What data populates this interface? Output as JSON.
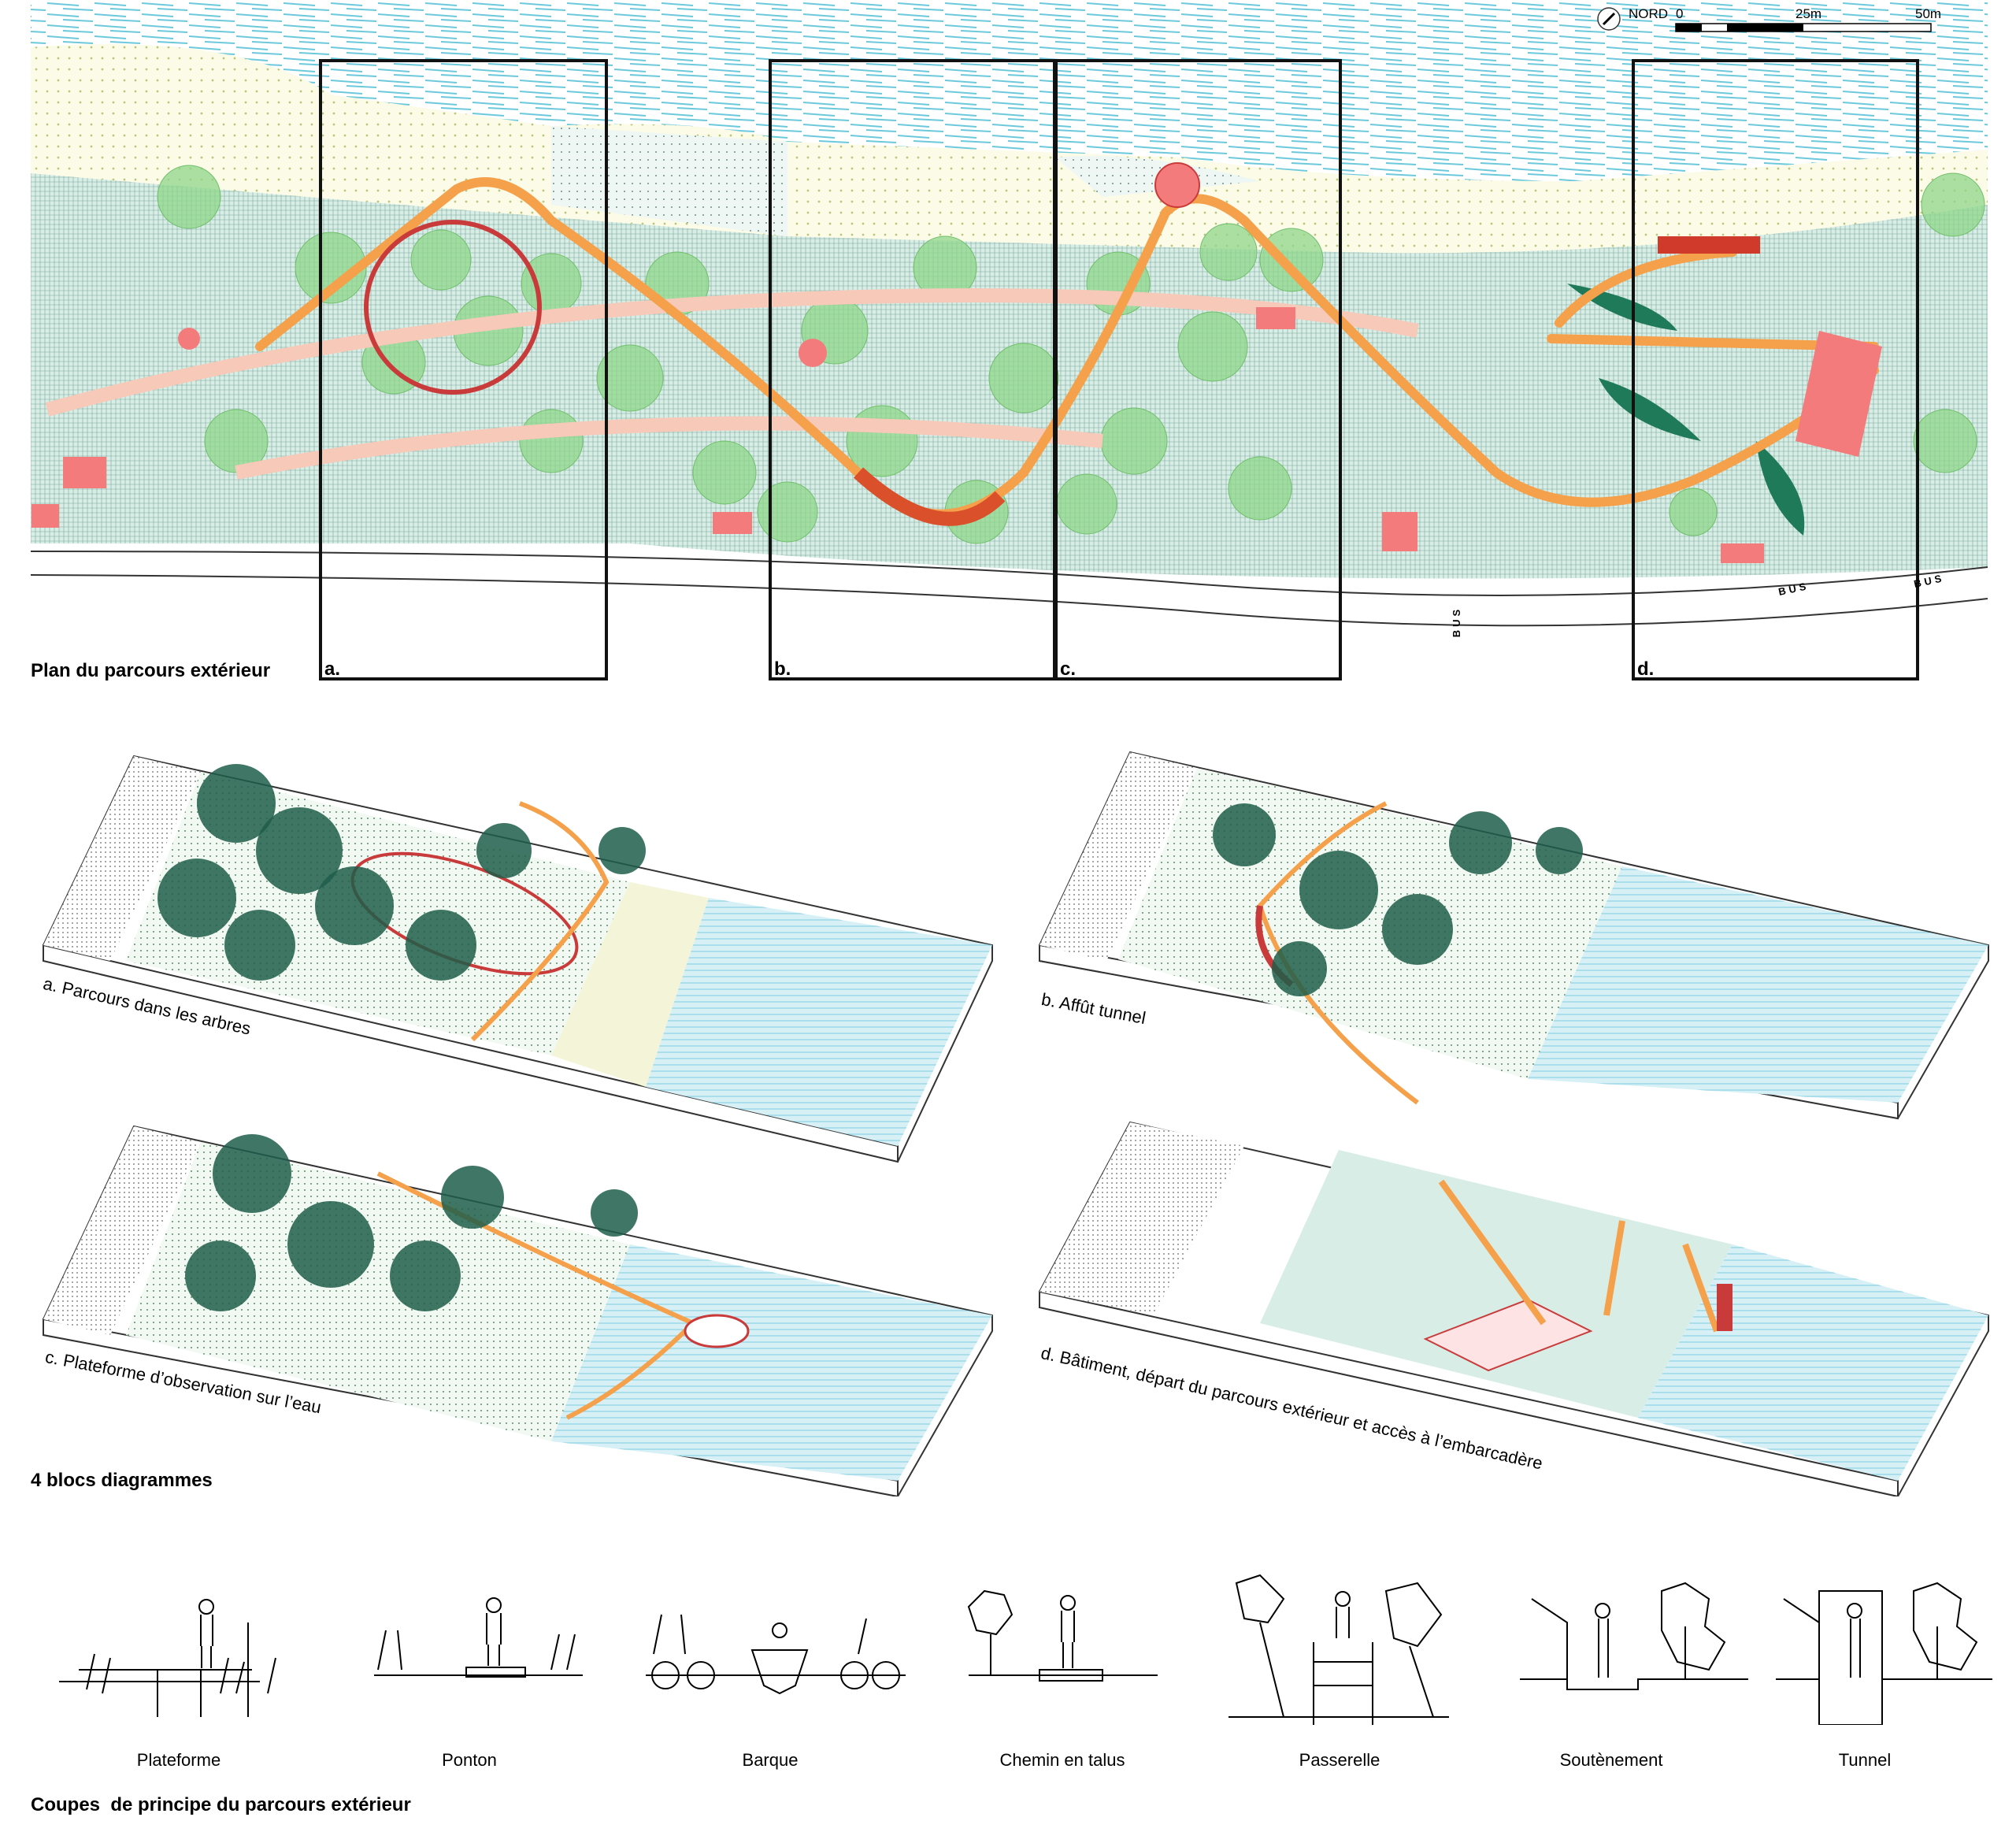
{
  "plan": {
    "title": "Plan du parcours extérieur",
    "north_label": "NORD",
    "scale_ticks": [
      "0",
      "25m",
      "50m"
    ],
    "frames": [
      {
        "id": "a",
        "label": "a."
      },
      {
        "id": "b",
        "label": "b."
      },
      {
        "id": "c",
        "label": "c."
      },
      {
        "id": "d",
        "label": "d."
      }
    ],
    "road_labels": [
      "BUS",
      "BUS",
      "BUS"
    ]
  },
  "blocs": {
    "title": "4 blocs diagrammes",
    "items": [
      {
        "id": "a",
        "label": "a. Parcours dans les arbres"
      },
      {
        "id": "b",
        "label": "b. Affût tunnel"
      },
      {
        "id": "c",
        "label": "c. Plateforme d’observation sur l’eau"
      },
      {
        "id": "d",
        "label": "d. Bâtiment, départ du parcours extérieur et accès à l’embarcadère"
      }
    ]
  },
  "coupes": {
    "title": "Coupes  de principe du parcours extérieur",
    "items": [
      "Plateforme",
      "Ponton",
      "Barque",
      "Chemin en talus",
      "Passerelle",
      "Soutènement",
      "Tunnel"
    ]
  },
  "colors": {
    "water": "#7fd3e0",
    "trees": "#8fd68a",
    "route": "#f5a04a",
    "buildings": "#f47b7b",
    "path": "#f7c9b8",
    "dark_trees": "#1f5e4a"
  }
}
